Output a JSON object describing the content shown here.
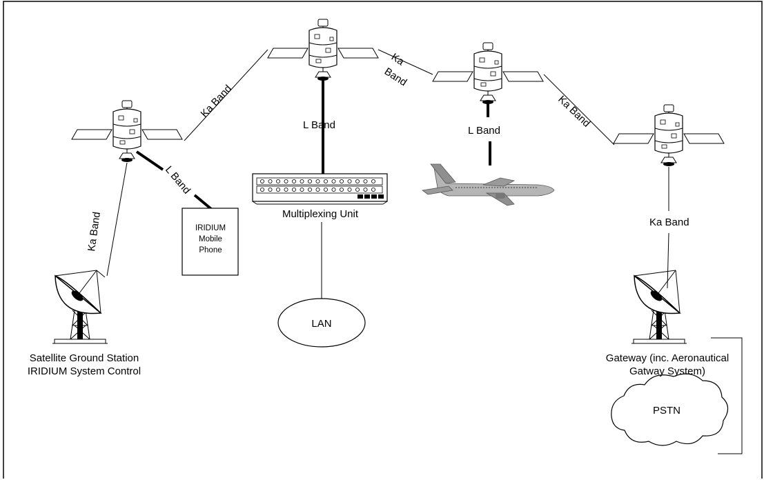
{
  "links": {
    "ka_sat1_sat2": "Ka Band",
    "ka_sat2_sat3_line1": "Ka",
    "ka_sat2_sat3_line2": "Band",
    "ka_sat3_sat4": "Ka Band",
    "l_sat2": "L Band",
    "l_sat3": "L Band",
    "l_sat1_phone": "L Band",
    "ka_sat1_ground": "Ka Band",
    "ka_sat4_gateway": "Ka Band"
  },
  "nodes": {
    "phone_line1": "IRIDIUM",
    "phone_line2": "Mobile",
    "phone_line3": "Phone",
    "mux": "Multiplexing Unit",
    "lan": "LAN",
    "ground_line1": "Satellite Ground Station",
    "ground_line2": "IRIDIUM System Control",
    "gateway_line1": "Gateway (inc. Aeronautical",
    "gateway_line2": "Gatway System)",
    "pstn": "PSTN"
  }
}
